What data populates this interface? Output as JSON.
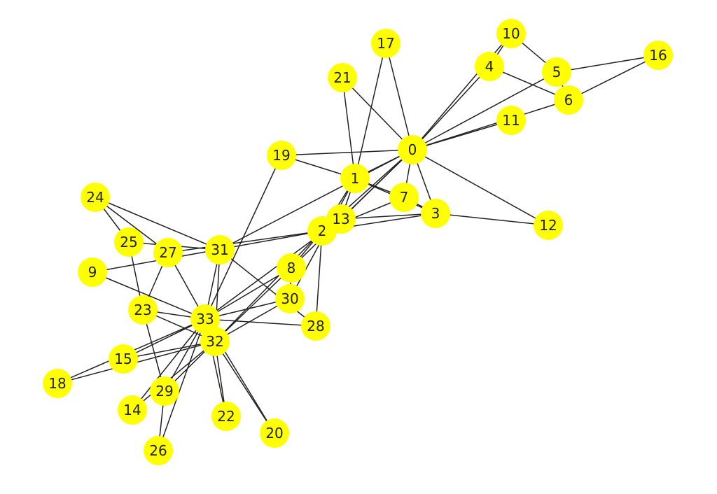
{
  "colors": {
    "node_fill": "#ffff00",
    "edge": "#222222",
    "label": "#222222",
    "background": "#ffffff"
  },
  "nodes": [
    {
      "id": "0",
      "label": "0"
    },
    {
      "id": "1",
      "label": "1"
    },
    {
      "id": "2",
      "label": "2"
    },
    {
      "id": "3",
      "label": "3"
    },
    {
      "id": "4",
      "label": "4"
    },
    {
      "id": "5",
      "label": "5"
    },
    {
      "id": "6",
      "label": "6"
    },
    {
      "id": "7",
      "label": "7"
    },
    {
      "id": "8",
      "label": "8"
    },
    {
      "id": "9",
      "label": "9"
    },
    {
      "id": "10",
      "label": "10"
    },
    {
      "id": "11",
      "label": "11"
    },
    {
      "id": "12",
      "label": "12"
    },
    {
      "id": "13",
      "label": "13"
    },
    {
      "id": "14",
      "label": "14"
    },
    {
      "id": "15",
      "label": "15"
    },
    {
      "id": "16",
      "label": "16"
    },
    {
      "id": "17",
      "label": "17"
    },
    {
      "id": "18",
      "label": "18"
    },
    {
      "id": "19",
      "label": "19"
    },
    {
      "id": "20",
      "label": "20"
    },
    {
      "id": "21",
      "label": "21"
    },
    {
      "id": "22",
      "label": "22"
    },
    {
      "id": "23",
      "label": "23"
    },
    {
      "id": "24",
      "label": "24"
    },
    {
      "id": "25",
      "label": "25"
    },
    {
      "id": "26",
      "label": "26"
    },
    {
      "id": "27",
      "label": "27"
    },
    {
      "id": "28",
      "label": "28"
    },
    {
      "id": "29",
      "label": "29"
    },
    {
      "id": "30",
      "label": "30"
    },
    {
      "id": "31",
      "label": "31"
    },
    {
      "id": "32",
      "label": "32"
    },
    {
      "id": "33",
      "label": "33"
    }
  ],
  "edges": [
    [
      "0",
      "1"
    ],
    [
      "0",
      "2"
    ],
    [
      "0",
      "3"
    ],
    [
      "0",
      "4"
    ],
    [
      "0",
      "5"
    ],
    [
      "0",
      "6"
    ],
    [
      "0",
      "7"
    ],
    [
      "0",
      "8"
    ],
    [
      "0",
      "10"
    ],
    [
      "0",
      "11"
    ],
    [
      "0",
      "12"
    ],
    [
      "0",
      "13"
    ],
    [
      "0",
      "17"
    ],
    [
      "0",
      "19"
    ],
    [
      "0",
      "21"
    ],
    [
      "0",
      "31"
    ],
    [
      "1",
      "2"
    ],
    [
      "1",
      "3"
    ],
    [
      "1",
      "7"
    ],
    [
      "1",
      "13"
    ],
    [
      "1",
      "17"
    ],
    [
      "1",
      "19"
    ],
    [
      "1",
      "21"
    ],
    [
      "1",
      "30"
    ],
    [
      "2",
      "3"
    ],
    [
      "2",
      "7"
    ],
    [
      "2",
      "8"
    ],
    [
      "2",
      "9"
    ],
    [
      "2",
      "13"
    ],
    [
      "2",
      "27"
    ],
    [
      "2",
      "28"
    ],
    [
      "2",
      "32"
    ],
    [
      "3",
      "7"
    ],
    [
      "3",
      "12"
    ],
    [
      "3",
      "13"
    ],
    [
      "4",
      "6"
    ],
    [
      "4",
      "10"
    ],
    [
      "5",
      "6"
    ],
    [
      "5",
      "10"
    ],
    [
      "5",
      "16"
    ],
    [
      "6",
      "16"
    ],
    [
      "8",
      "30"
    ],
    [
      "8",
      "32"
    ],
    [
      "8",
      "33"
    ],
    [
      "9",
      "33"
    ],
    [
      "13",
      "33"
    ],
    [
      "14",
      "32"
    ],
    [
      "14",
      "33"
    ],
    [
      "15",
      "32"
    ],
    [
      "15",
      "33"
    ],
    [
      "18",
      "32"
    ],
    [
      "18",
      "33"
    ],
    [
      "19",
      "33"
    ],
    [
      "20",
      "32"
    ],
    [
      "20",
      "33"
    ],
    [
      "22",
      "32"
    ],
    [
      "22",
      "33"
    ],
    [
      "23",
      "25"
    ],
    [
      "23",
      "27"
    ],
    [
      "23",
      "29"
    ],
    [
      "23",
      "32"
    ],
    [
      "23",
      "33"
    ],
    [
      "24",
      "25"
    ],
    [
      "24",
      "27"
    ],
    [
      "24",
      "31"
    ],
    [
      "25",
      "31"
    ],
    [
      "26",
      "29"
    ],
    [
      "26",
      "33"
    ],
    [
      "27",
      "33"
    ],
    [
      "28",
      "31"
    ],
    [
      "28",
      "33"
    ],
    [
      "29",
      "32"
    ],
    [
      "29",
      "33"
    ],
    [
      "30",
      "32"
    ],
    [
      "30",
      "33"
    ],
    [
      "31",
      "32"
    ],
    [
      "31",
      "33"
    ],
    [
      "32",
      "33"
    ]
  ]
}
